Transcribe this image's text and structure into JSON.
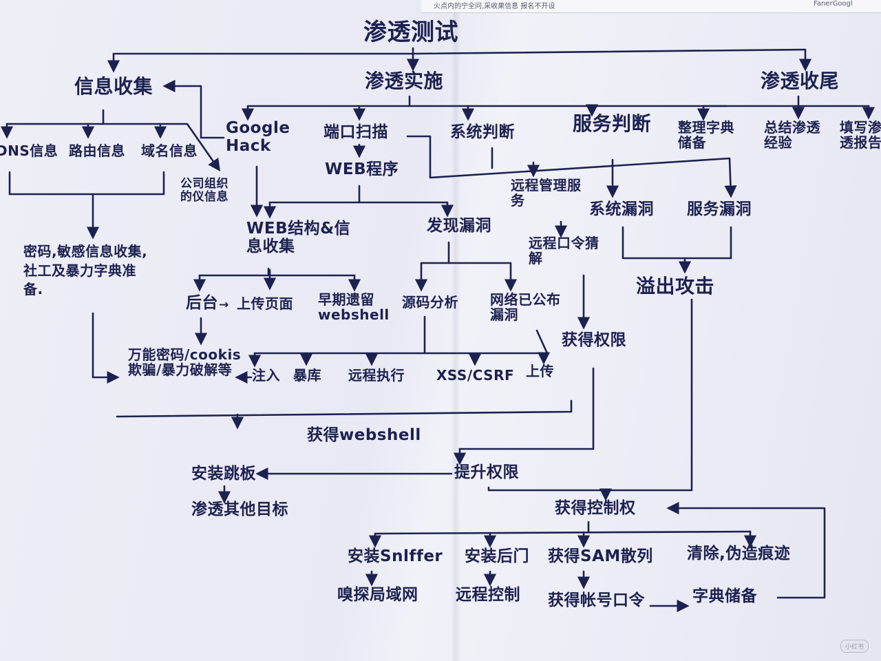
{
  "top_scrap": {
    "left_text": "火点内的宁全问,采收果信息 报名不开设",
    "right_text": "FanerGoogl"
  },
  "nodes": {
    "title": "渗透测试",
    "info_gathering": "信息收集",
    "pentest_impl": "渗透实施",
    "pentest_wrapup": "渗透收尾",
    "dns_info": "DNS信息",
    "route_info": "路由信息",
    "domain_info": "域名信息",
    "company_info": "公司组织的仪信息",
    "google_hack": "Google Hack",
    "port_scan": "端口扫描",
    "web_program": "WEB程序",
    "system_judge": "系统判断",
    "service_judge": "服务判断",
    "organize_dict": "整理字典储备",
    "summarize_exp": "总结渗透经验",
    "write_report": "填写渗透报告",
    "remote_mgmt": "远程管理服务",
    "system_vuln": "系统漏洞",
    "service_vuln": "服务漏洞",
    "remote_crack": "远程口令猜解",
    "overflow_attack": "溢出攻击",
    "password_sensitive": "密码,敏感信息收集,社工及暴力字典准备.",
    "web_struct": "WEB结构&信息收集",
    "find_vuln": "发现漏洞",
    "backend": "后台",
    "upload_page": "上传页面",
    "early_webshell": "早期遗留webshell",
    "source_analysis": "源码分析",
    "public_vuln": "网络已公布漏洞",
    "gain_privilege": "获得权限",
    "universal_pwd": "万能密码/cookis欺骗/暴力破解等",
    "injection": "注入",
    "db_dump": "暴库",
    "remote_exec": "远程执行",
    "xss_csrf": "XSS/CSRF",
    "upload": "上传",
    "get_webshell": "获得webshell",
    "escalate": "提升权限",
    "install_jump": "安装跳板",
    "pentest_other": "渗透其他目标",
    "gain_control": "获得控制权",
    "install_sniffer": "安装Snlffer",
    "install_backdoor": "安装后门",
    "get_sam": "获得SAM散列",
    "clear_traces": "清除,伪造痕迹",
    "sniff_lan": "嗅探局域网",
    "remote_control": "远程控制",
    "get_account_pwd": "获得帐号口令",
    "dict_store": "字典储备"
  },
  "watermark": "小红书",
  "ink_color": "#1d2150"
}
